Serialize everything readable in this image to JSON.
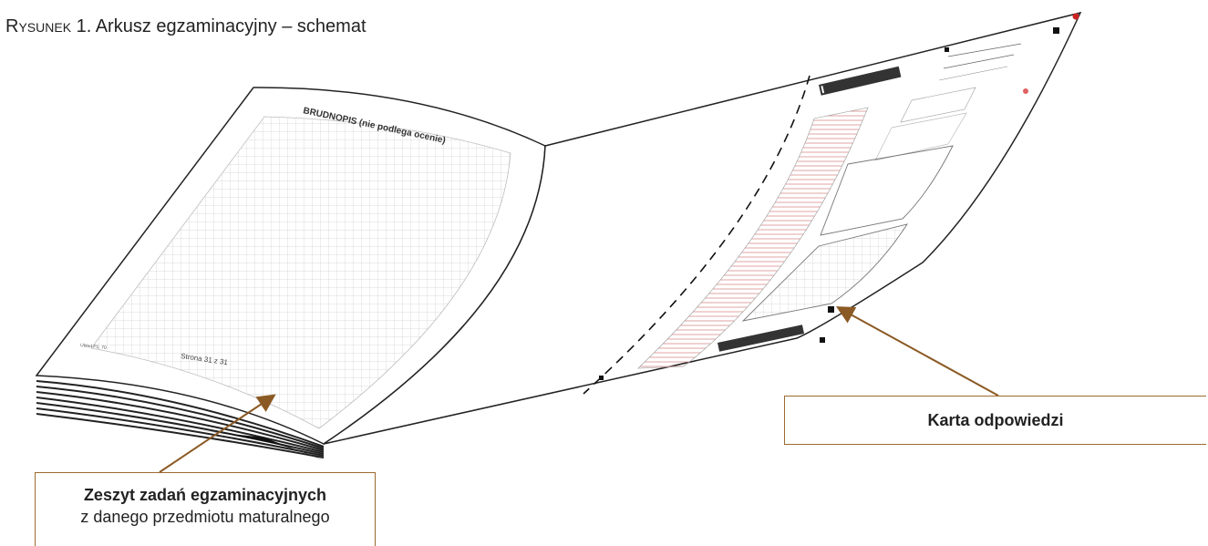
{
  "caption": {
    "lead": "YSUNEK",
    "first": "R",
    "rest": " 1. Arkusz egzaminacyjny – schemat"
  },
  "booklet": {
    "title": "BRUDNOPIS (nie podlega ocenie)",
    "footer_left": "Układ P1, 70",
    "page_label": "Strona 31 z 31"
  },
  "callouts": {
    "booklet_title": "Zeszyt zadań egzaminacyjnych",
    "booklet_sub": "z danego przedmiotu maturalnego",
    "card_title": "Karta odpowiedzi"
  },
  "colors": {
    "callout_border": "#9b6a2f",
    "arrow": "#8b5a24",
    "grid": "#c8c8c8",
    "dashed_fold": "#111111"
  }
}
